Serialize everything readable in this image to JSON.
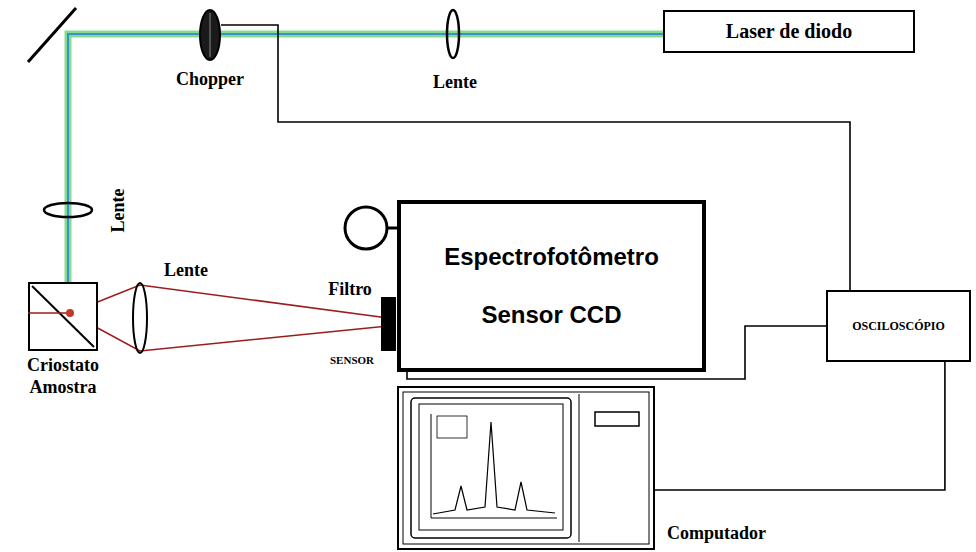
{
  "diagram": {
    "nodes": [
      {
        "text": [
          "Laser de diodo"
        ]
      },
      {
        "text": [
          "Chopper"
        ]
      },
      {
        "text": [
          "Criostato Amostra"
        ]
      },
      {
        "text": [
          "Espectrofotômetro",
          "Sensor CCD"
        ]
      },
      {
        "text": [
          "OSCILOSCÓPIO"
        ]
      },
      {
        "text": [
          "Computador"
        ]
      }
    ],
    "edges": [
      {
        "from": 1,
        "to": 4,
        "arrow": "none"
      },
      {
        "from": 3,
        "to": 4,
        "arrow": "none"
      },
      {
        "from": 4,
        "to": 5,
        "arrow": "none"
      }
    ],
    "labels": [
      "Lente",
      "Lente",
      "Lente",
      "Filtro",
      "SENSOR"
    ]
  }
}
